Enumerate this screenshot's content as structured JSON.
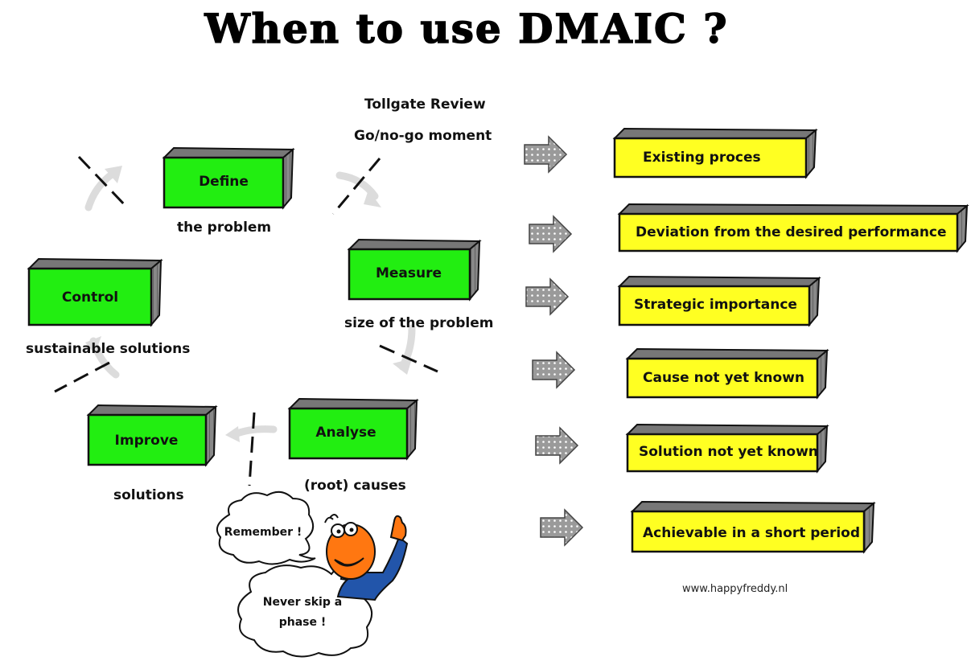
{
  "title": "When to use DMAIC ?",
  "tollgate": {
    "line1": "Tollgate Review",
    "line2": "Go/no-go moment"
  },
  "phases": [
    {
      "name": "Define",
      "caption": "the problem",
      "color": "#22ee11"
    },
    {
      "name": "Measure",
      "caption": "size of the problem",
      "color": "#22ee11"
    },
    {
      "name": "Analyse",
      "caption": "(root) causes",
      "color": "#22ee11"
    },
    {
      "name": "Improve",
      "caption": "solutions",
      "color": "#22ee11"
    },
    {
      "name": "Control",
      "caption": "sustainable solutions",
      "color": "#22ee11"
    }
  ],
  "criteria": [
    "Existing proces",
    "Deviation from the desired performance",
    "Strategic importance",
    "Cause not yet known",
    "Solution not yet known",
    "Achievable in a short period"
  ],
  "colors": {
    "criteria_box": "#ffff22",
    "box_edge": "#555555",
    "arrow_fill": "#999999",
    "cycle_arrow": "#dddddd",
    "character_skin": "#ff7711",
    "character_shirt": "#2255aa"
  },
  "speech": {
    "bubble1": "Remember !",
    "bubble2_line1": "Never skip a",
    "bubble2_line2": "phase !"
  },
  "credit": "www.happyfreddy.nl",
  "icons": [
    "cycle-arrow-icon",
    "right-arrow-icon",
    "pointing-man-icon",
    "thought-bubble-icon"
  ]
}
